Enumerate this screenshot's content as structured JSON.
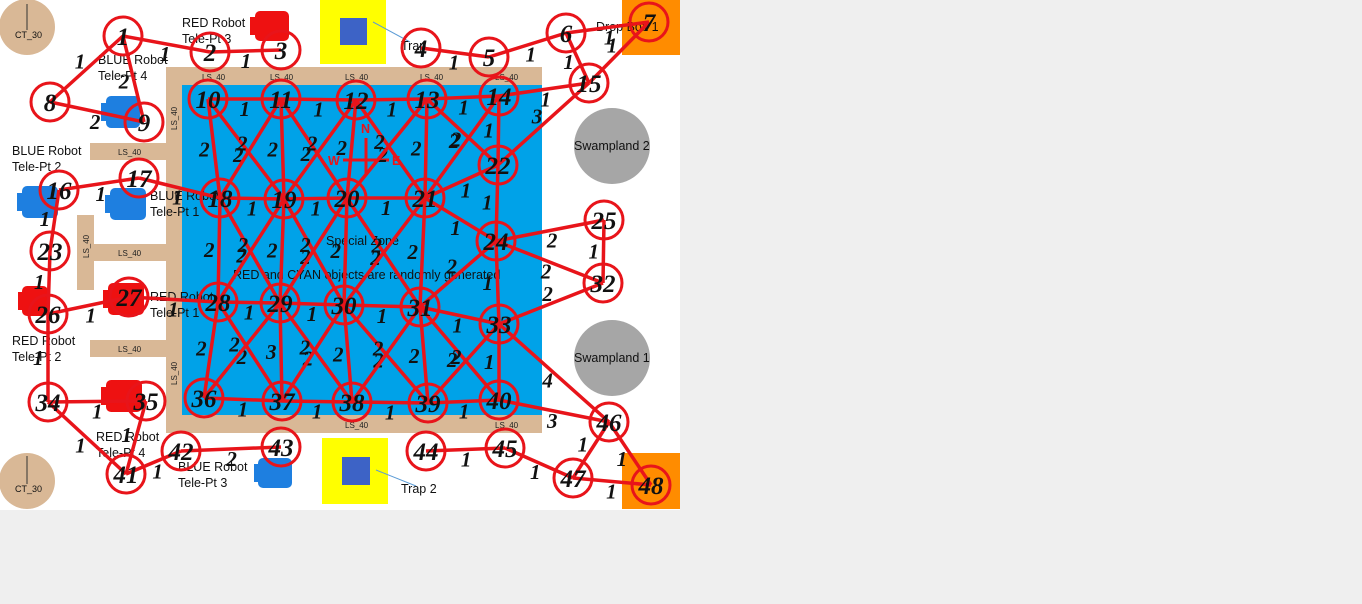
{
  "map": {
    "ct_top": "CT_30",
    "ct_bottom": "CT_30",
    "trap1": "Trap",
    "trap2": "Trap 2",
    "dropoff1": "Drop Box 1",
    "swamp1": "Swampland 1",
    "swamp2": "Swampland 2",
    "special_zone": "Special Zone",
    "objects_note": "RED and CYAN objects are randomly generated",
    "compass": {
      "n": "N",
      "w": "W",
      "e": "E"
    },
    "ls_label": "LS_40",
    "robots": [
      {
        "line1": "RED Robot",
        "line2": "Tele-Pt 3"
      },
      {
        "line1": "BLUE Robot",
        "line2": "Tele-Pt 4"
      },
      {
        "line1": "BLUE Robot",
        "line2": "Tele-Pt 2"
      },
      {
        "line1": "BLUE Robot",
        "line2": "Tele-Pt 1"
      },
      {
        "line1": "RED Robot",
        "line2": "Tele-Pt 1"
      },
      {
        "line1": "RED Robot",
        "line2": "Tele-Pt 2"
      },
      {
        "line1": "RED Robot",
        "line2": "Tele-Pt 4"
      },
      {
        "line1": "BLUE Robot",
        "line2": "Tele-Pt 3"
      }
    ]
  },
  "colors": {
    "edge": "#e8141a",
    "field": "#00a2e8",
    "path": "#d9b896",
    "trap": "#ffff00",
    "dropbox": "#ff8c00",
    "swamp": "#a6a6a6",
    "red_robot": "#ee1111",
    "blue_robot": "#1e7fe0",
    "ct": "#d9b896"
  },
  "graph": {
    "nodes": [
      "1",
      "2",
      "3",
      "4",
      "5",
      "6",
      "7",
      "8",
      "9",
      "10",
      "11",
      "12",
      "13",
      "14",
      "15",
      "16",
      "17",
      "18",
      "19",
      "20",
      "21",
      "22",
      "23",
      "24",
      "25",
      "26",
      "27",
      "28",
      "29",
      "30",
      "31",
      "32",
      "33",
      "34",
      "35",
      "36",
      "37",
      "38",
      "39",
      "40",
      "41",
      "42",
      "43",
      "44",
      "45",
      "46",
      "47",
      "48"
    ],
    "edges": [
      [
        1,
        2,
        "1"
      ],
      [
        2,
        3,
        "1"
      ],
      [
        1,
        8,
        "1"
      ],
      [
        1,
        9,
        "2"
      ],
      [
        8,
        9,
        "2"
      ],
      [
        4,
        5,
        "1"
      ],
      [
        5,
        6,
        "1"
      ],
      [
        6,
        7,
        "1"
      ],
      [
        6,
        15,
        "1"
      ],
      [
        7,
        15,
        "1"
      ],
      [
        10,
        11,
        "1"
      ],
      [
        11,
        12,
        "1"
      ],
      [
        12,
        13,
        "1"
      ],
      [
        13,
        14,
        "1"
      ],
      [
        14,
        15,
        "1"
      ],
      [
        10,
        18,
        "2"
      ],
      [
        10,
        19,
        "2"
      ],
      [
        11,
        18,
        "2"
      ],
      [
        11,
        19,
        "2"
      ],
      [
        11,
        20,
        "2"
      ],
      [
        12,
        19,
        "2"
      ],
      [
        12,
        20,
        "2"
      ],
      [
        12,
        21,
        "2"
      ],
      [
        13,
        20,
        "2"
      ],
      [
        13,
        21,
        "2"
      ],
      [
        13,
        22,
        "2"
      ],
      [
        14,
        21,
        "2"
      ],
      [
        14,
        22,
        "1"
      ],
      [
        15,
        22,
        "3"
      ],
      [
        16,
        17,
        "1"
      ],
      [
        17,
        18,
        "1"
      ],
      [
        18,
        19,
        "1"
      ],
      [
        19,
        20,
        "1"
      ],
      [
        20,
        21,
        "1"
      ],
      [
        21,
        22,
        "1"
      ],
      [
        21,
        24,
        "1"
      ],
      [
        22,
        24,
        "1"
      ],
      [
        16,
        23,
        "1"
      ],
      [
        18,
        28,
        "2"
      ],
      [
        18,
        29,
        "2"
      ],
      [
        19,
        28,
        "2"
      ],
      [
        19,
        29,
        "2"
      ],
      [
        19,
        30,
        "2"
      ],
      [
        20,
        29,
        "2"
      ],
      [
        20,
        30,
        "2"
      ],
      [
        20,
        31,
        "2"
      ],
      [
        21,
        30,
        "2"
      ],
      [
        21,
        31,
        "2"
      ],
      [
        24,
        31,
        "2"
      ],
      [
        24,
        25,
        "2"
      ],
      [
        24,
        32,
        "2"
      ],
      [
        25,
        32,
        "1"
      ],
      [
        32,
        33,
        "2"
      ],
      [
        24,
        33,
        "1"
      ],
      [
        23,
        26,
        "1"
      ],
      [
        26,
        27,
        "1"
      ],
      [
        27,
        28,
        "1"
      ],
      [
        28,
        29,
        "1"
      ],
      [
        29,
        30,
        "1"
      ],
      [
        30,
        31,
        "1"
      ],
      [
        31,
        33,
        "1"
      ],
      [
        28,
        36,
        "2"
      ],
      [
        28,
        37,
        "2"
      ],
      [
        29,
        36,
        "2"
      ],
      [
        29,
        37,
        "3"
      ],
      [
        29,
        38,
        "2"
      ],
      [
        30,
        37,
        "2"
      ],
      [
        30,
        38,
        "2"
      ],
      [
        30,
        39,
        "2"
      ],
      [
        31,
        38,
        "2"
      ],
      [
        31,
        39,
        "2"
      ],
      [
        31,
        40,
        "2"
      ],
      [
        33,
        39,
        "2"
      ],
      [
        33,
        40,
        "1"
      ],
      [
        33,
        46,
        "4"
      ],
      [
        26,
        34,
        "1"
      ],
      [
        34,
        35,
        "1"
      ],
      [
        34,
        41,
        "1"
      ],
      [
        35,
        41,
        "1"
      ],
      [
        36,
        37,
        "1"
      ],
      [
        37,
        38,
        "1"
      ],
      [
        38,
        39,
        "1"
      ],
      [
        39,
        40,
        "1"
      ],
      [
        40,
        46,
        "3"
      ],
      [
        41,
        42,
        "1"
      ],
      [
        42,
        43,
        "2"
      ],
      [
        44,
        45,
        "1"
      ],
      [
        45,
        47,
        "1"
      ],
      [
        46,
        47,
        "1"
      ],
      [
        46,
        48,
        "1"
      ],
      [
        47,
        48,
        "1"
      ]
    ]
  }
}
